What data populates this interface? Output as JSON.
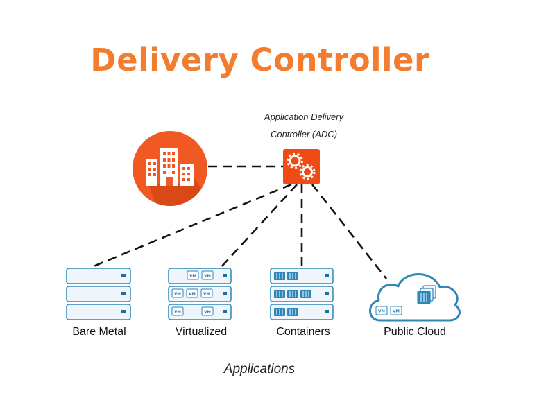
{
  "title": "Delivery Controller",
  "adc": {
    "label_line1": "Application Delivery",
    "label_line2": "Controller (ADC)"
  },
  "endpoints": {
    "bare_metal": "Bare Metal",
    "virtualized": "Virtualized",
    "containers": "Containers",
    "public_cloud": "Public Cloud"
  },
  "vm_label": "VM",
  "footer": "Applications",
  "colors": {
    "title": "#f47c2e",
    "adc_box": "#ef4b14",
    "enterprise_circle": "#f05a22",
    "server_outline": "#2f86b8",
    "server_fill": "#eef6fb",
    "server_port": "#1f6f9e"
  },
  "icons": {
    "enterprise": "buildings-icon",
    "adc": "gears-icon",
    "cloud": "cloud-icon"
  }
}
